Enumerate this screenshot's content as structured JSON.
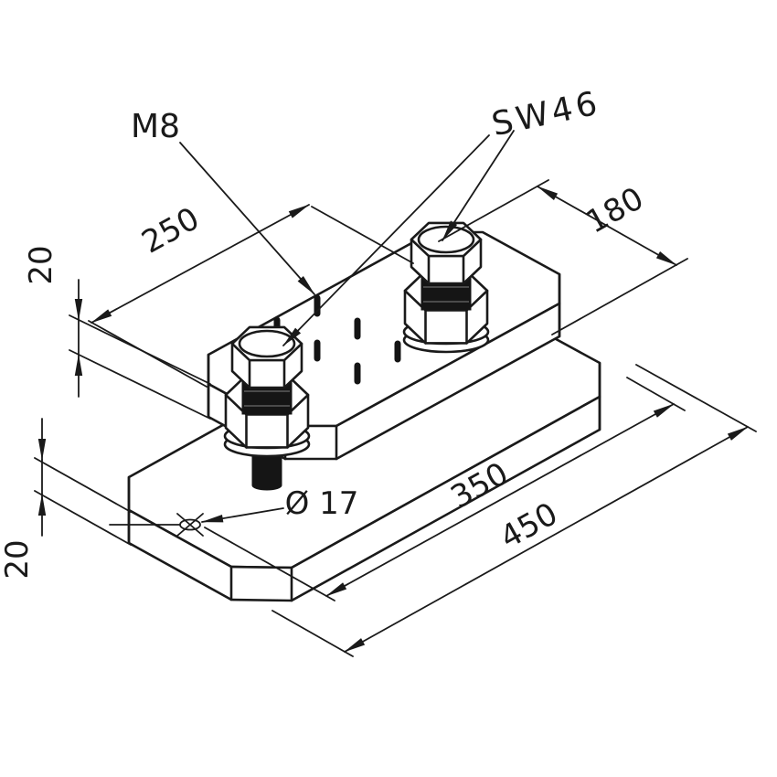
{
  "labels": {
    "thread": "M8",
    "wrench": "SW46",
    "diameter": "Ø 17",
    "dim_250": "250",
    "dim_180": "180",
    "dim_350": "350",
    "dim_450": "450",
    "thickness_top": "20",
    "thickness_base": "20"
  },
  "colors": {
    "line": "#1a1a1a",
    "background": "#ffffff"
  }
}
